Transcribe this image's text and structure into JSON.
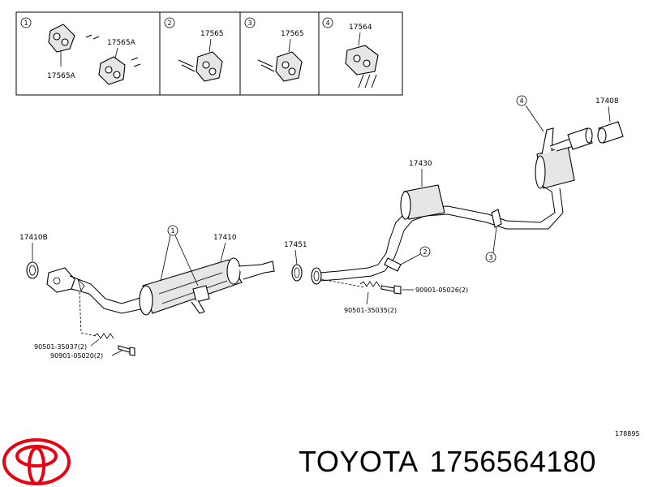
{
  "legend": {
    "cells": [
      {
        "index": "1",
        "parts": [
          "17565A",
          "17565A"
        ]
      },
      {
        "index": "2",
        "parts": [
          "17565"
        ]
      },
      {
        "index": "3",
        "parts": [
          "17565"
        ]
      },
      {
        "index": "4",
        "parts": [
          "17564"
        ]
      }
    ]
  },
  "parts": {
    "p17408": "17408",
    "p17430": "17430",
    "p17410B": "17410B",
    "p17410": "17410",
    "p17451": "17451",
    "bolt_90901_05026": "90901-05026(2)",
    "spring_90501_35035": "90501-35035(2)",
    "spring_90501_35037": "90501-35037(2)",
    "bolt_90901_05020": "90901-05020(2)"
  },
  "callouts": {
    "c1": "1",
    "c2": "2",
    "c3": "3",
    "c4": "4"
  },
  "illustration_number": "178895",
  "caption": {
    "brand": "TOYOTA",
    "part_number": "1756564180"
  },
  "logo": {
    "name": "toyota-logo",
    "color": "#e60012"
  }
}
